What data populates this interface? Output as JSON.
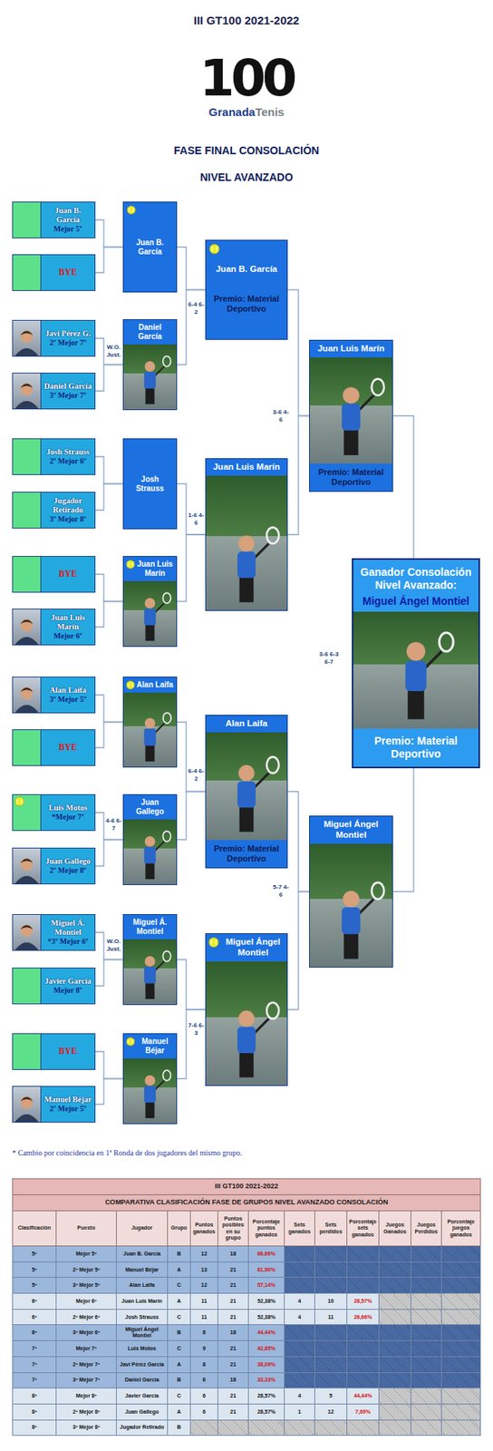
{
  "diagram": {
    "title": "III GT100 2021-2022",
    "nodes": [
      {
        "text": [
          "Juan B. García",
          "Mejor 5º"
        ]
      },
      {
        "text": [
          "BYE"
        ]
      },
      {
        "text": [
          "Javi Pérez G.",
          "2º Mejor 7º"
        ]
      },
      {
        "text": [
          "Daniel García",
          "3º Mejor 7º"
        ]
      },
      {
        "text": [
          "Josh Strauss",
          "2º Mejor 6º"
        ]
      },
      {
        "text": [
          "Jugador Retirado",
          "3º Mejor 8º"
        ]
      },
      {
        "text": [
          "BYE"
        ]
      },
      {
        "text": [
          "Juan Luis Marín",
          "Mejor 6º"
        ]
      },
      {
        "text": [
          "Alan Laifa",
          "3º Mejor 5º"
        ]
      },
      {
        "text": [
          "BYE"
        ]
      },
      {
        "text": [
          "Luis Motos",
          "*Mejor 7º"
        ]
      },
      {
        "text": [
          "Juan Gallego",
          "2º Mejor 8º"
        ]
      },
      {
        "text": [
          "Miguel Á. Montiel",
          "*3º Mejor 6º"
        ]
      },
      {
        "text": [
          "Javier García",
          "Mejor 8º"
        ]
      },
      {
        "text": [
          "BYE"
        ]
      },
      {
        "text": [
          "Manuel Béjar",
          "2º Mejor 5º"
        ]
      },
      {
        "text": [
          "Juan B. García"
        ]
      },
      {
        "text": [
          "Daniel García"
        ]
      },
      {
        "text": [
          "Josh Strauss"
        ]
      },
      {
        "text": [
          "Juan Luis Marín"
        ]
      },
      {
        "text": [
          "Alan Laifa"
        ]
      },
      {
        "text": [
          "Juan Gallego"
        ]
      },
      {
        "text": [
          "Miguel Á. Montiel"
        ]
      },
      {
        "text": [
          "Manuel Béjar"
        ]
      },
      {
        "text": [
          "Juan B. García",
          "Premio: Material Deportivo"
        ]
      },
      {
        "text": [
          "Juan Luis Marín"
        ]
      },
      {
        "text": [
          "Alan Laifa",
          "Premio: Material Deportivo"
        ]
      },
      {
        "text": [
          "Miguel Ángel Montiel"
        ]
      },
      {
        "text": [
          "Juan Luis Marín",
          "Premio: Material Deportivo"
        ]
      },
      {
        "text": [
          "Miguel Ángel Montiel"
        ]
      },
      {
        "text": [
          "Ganador Consolación Nivel Avanzado:",
          "Miguel Ángel Montiel",
          "Premio: Material Deportivo"
        ]
      }
    ],
    "edges": [
      {
        "from": 0,
        "to": 16,
        "arrow": "none"
      },
      {
        "from": 1,
        "to": 16,
        "arrow": "none"
      },
      {
        "from": 2,
        "to": 17,
        "arrow": "none"
      },
      {
        "from": 3,
        "to": 17,
        "arrow": "none"
      },
      {
        "from": 4,
        "to": 18,
        "arrow": "none"
      },
      {
        "from": 5,
        "to": 18,
        "arrow": "none"
      },
      {
        "from": 6,
        "to": 19,
        "arrow": "none"
      },
      {
        "from": 7,
        "to": 19,
        "arrow": "none"
      },
      {
        "from": 8,
        "to": 20,
        "arrow": "none"
      },
      {
        "from": 9,
        "to": 20,
        "arrow": "none"
      },
      {
        "from": 10,
        "to": 21,
        "arrow": "none"
      },
      {
        "from": 11,
        "to": 21,
        "arrow": "none"
      },
      {
        "from": 12,
        "to": 22,
        "arrow": "none"
      },
      {
        "from": 13,
        "to": 22,
        "arrow": "none"
      },
      {
        "from": 14,
        "to": 23,
        "arrow": "none"
      },
      {
        "from": 15,
        "to": 23,
        "arrow": "none"
      },
      {
        "from": 16,
        "to": 24,
        "arrow": "none"
      },
      {
        "from": 17,
        "to": 24,
        "arrow": "none"
      },
      {
        "from": 18,
        "to": 25,
        "arrow": "none"
      },
      {
        "from": 19,
        "to": 25,
        "arrow": "none"
      },
      {
        "from": 20,
        "to": 26,
        "arrow": "none"
      },
      {
        "from": 21,
        "to": 26,
        "arrow": "none"
      },
      {
        "from": 22,
        "to": 27,
        "arrow": "none"
      },
      {
        "from": 23,
        "to": 27,
        "arrow": "none"
      },
      {
        "from": 24,
        "to": 28,
        "arrow": "none"
      },
      {
        "from": 25,
        "to": 28,
        "arrow": "none"
      },
      {
        "from": 26,
        "to": 29,
        "arrow": "none"
      },
      {
        "from": 27,
        "to": 29,
        "arrow": "none"
      },
      {
        "from": 28,
        "to": 30,
        "arrow": "none"
      },
      {
        "from": 29,
        "to": 30,
        "arrow": "none"
      }
    ],
    "labels": [
      "100",
      "Granada",
      "Tenis",
      "FASE FINAL CONSOLACIÓN",
      "NIVEL AVANZADO",
      "W.O. Just.",
      "4-6 6-7",
      "W.O. Just.",
      "6-4 6-2",
      "1-6 4-6",
      "6-4 6-2",
      "7-6 6-3",
      "3-6 4-6",
      "5-7 4-6",
      "3-6 6-3 6-7",
      "* Cambio por coincidencia en 1ª Ronda de dos jugadores del mismo grupo.",
      "III GT100 2021-2022",
      "COMPARATIVA CLASIFICACIÓN FASE DE GRUPOS NIVEL AVANZADO CONSOLACIÓN",
      "Clasificación",
      "Puesto",
      "Jugador",
      "Grupo",
      "Puntos ganados",
      "Puntos posibles en su grupo",
      "Porcentaje puntos ganados",
      "Sets ganados",
      "Sets perdidos",
      "Porcentaje sets ganados",
      "Juegos Ganados",
      "Juegos Perdidos",
      "Porcentaje juegos ganados",
      "5º",
      "Mejor 5º",
      "Juan B. García",
      "B",
      "12",
      "18",
      "66,66%",
      "5º",
      "2º Mejor 5º",
      "Manuel Béjar",
      "A",
      "13",
      "21",
      "61,90%",
      "5º",
      "3º Mejor 5º",
      "Alan Laifa",
      "C",
      "12",
      "21",
      "57,14%",
      "6º",
      "Mejor 6º",
      "Juan Luis Marín",
      "A",
      "11",
      "21",
      "52,38%",
      "4",
      "10",
      "28,57%",
      "6º",
      "2º Mejor 6º",
      "Josh Strauss",
      "C",
      "11",
      "21",
      "52,38%",
      "4",
      "11",
      "26,66%",
      "6º",
      "3º Mejor 6º",
      "Miguel Ángel Montiel",
      "B",
      "8",
      "18",
      "44,44%",
      "7º",
      "Mejor 7º",
      "Luis Motos",
      "C",
      "9",
      "21",
      "42,85%",
      "7º",
      "2º Mejor 7º",
      "Javi Pérez García",
      "A",
      "8",
      "21",
      "38,09%",
      "7º",
      "3º Mejor 7º",
      "Daniel García",
      "B",
      "6",
      "18",
      "33,33%",
      "8º",
      "Mejor 8º",
      "Javier García",
      "C",
      "6",
      "21",
      "28,57%",
      "4",
      "5",
      "44,44%",
      "8º",
      "2º Mejor 8º",
      "Juan Gallego",
      "A",
      "6",
      "21",
      "28,57%",
      "1",
      "12",
      "7,69%",
      "8º",
      "3º Mejor 8º",
      "Jugador Retirado",
      "B"
    ]
  }
}
